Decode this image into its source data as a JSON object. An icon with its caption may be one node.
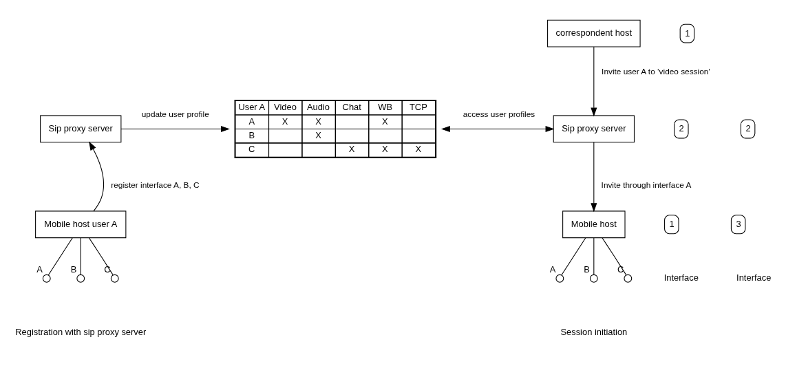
{
  "diagram": {
    "nodes": [
      {
        "text": [
          "Sip proxy server"
        ]
      },
      {
        "text": [
          "User A",
          "Video",
          "Audio",
          "Chat",
          "WB",
          "TCP",
          "A",
          "X",
          "X",
          "X",
          "B",
          "X",
          "C",
          "X",
          "X",
          "X"
        ]
      },
      {
        "text": [
          "correspondent host"
        ]
      },
      {
        "text": [
          "Sip proxy server"
        ]
      },
      {
        "text": [
          "Mobile host user A"
        ]
      },
      {
        "text": [
          "Mobile host"
        ]
      },
      {
        "text": [],
        "shape": "circle",
        "beside": [
          "A"
        ]
      },
      {
        "text": [],
        "shape": "circle",
        "beside": [
          "B"
        ]
      },
      {
        "text": [],
        "shape": "circle",
        "beside": [
          "C"
        ]
      },
      {
        "text": [],
        "shape": "circle",
        "beside": [
          "A"
        ]
      },
      {
        "text": [],
        "shape": "circle",
        "beside": [
          "B"
        ]
      },
      {
        "text": [],
        "shape": "circle",
        "beside": [
          "C"
        ]
      }
    ],
    "edges": [
      {
        "from": 4,
        "to": 0,
        "arrow": "to",
        "label": "register interface A, B, C"
      },
      {
        "from": 0,
        "to": 1,
        "arrow": "to",
        "label": "update user profile"
      },
      {
        "from": 1,
        "to": 3,
        "arrow": "both",
        "label": "access user profiles"
      },
      {
        "from": 2,
        "to": 3,
        "arrow": "to",
        "label": "Invite user A to ‘video session’"
      },
      {
        "from": 3,
        "to": 5,
        "arrow": "to",
        "label": "Invite through interface A"
      },
      {
        "from": 4,
        "to": 6,
        "arrow": "none"
      },
      {
        "from": 4,
        "to": 7,
        "arrow": "none"
      },
      {
        "from": 4,
        "to": 8,
        "arrow": "none"
      },
      {
        "from": 5,
        "to": 9,
        "arrow": "none"
      },
      {
        "from": 5,
        "to": 10,
        "arrow": "none"
      },
      {
        "from": 5,
        "to": 11,
        "arrow": "none"
      }
    ],
    "labels": [
      "1",
      "2",
      "2",
      "1",
      "3",
      "Interface",
      "Interface",
      "Registration with sip proxy server",
      "Session initiation"
    ]
  }
}
